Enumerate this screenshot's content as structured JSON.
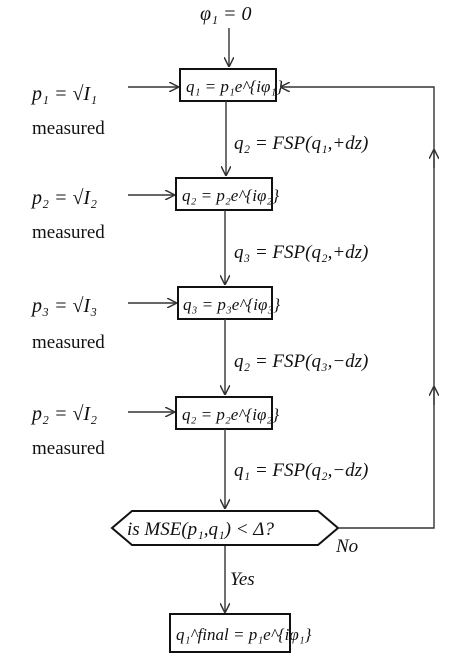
{
  "start": {
    "label": "φ₁ = 0"
  },
  "inputs": [
    {
      "formula": "p₁ = √I₁",
      "note": "measured"
    },
    {
      "formula": "p₂ = √I₂",
      "note": "measured"
    },
    {
      "formula": "p₃ = √I₃",
      "note": "measured"
    },
    {
      "formula": "p₂ = √I₂",
      "note": "measured"
    }
  ],
  "steps": [
    {
      "box": "q₁ = p₁e^{iφ₁}"
    },
    {
      "box": "q₂ = p₂e^{iφ₂}"
    },
    {
      "box": "q₃ = p₃e^{iφ₃}"
    },
    {
      "box": "q₂ = p₂e^{iφ₂}"
    }
  ],
  "propagations": [
    "q₂ = FSP(q₁,+dz)",
    "q₃ = FSP(q₂,+dz)",
    "q₂ = FSP(q₃,−dz)",
    "q₁ = FSP(q₂,−dz)"
  ],
  "decision": {
    "label": "is MSE(p₁,q₁) < Δ?",
    "no_label": "No",
    "yes_label": "Yes"
  },
  "final": {
    "label": "q₁^final = p₁e^{iφ₁}"
  }
}
